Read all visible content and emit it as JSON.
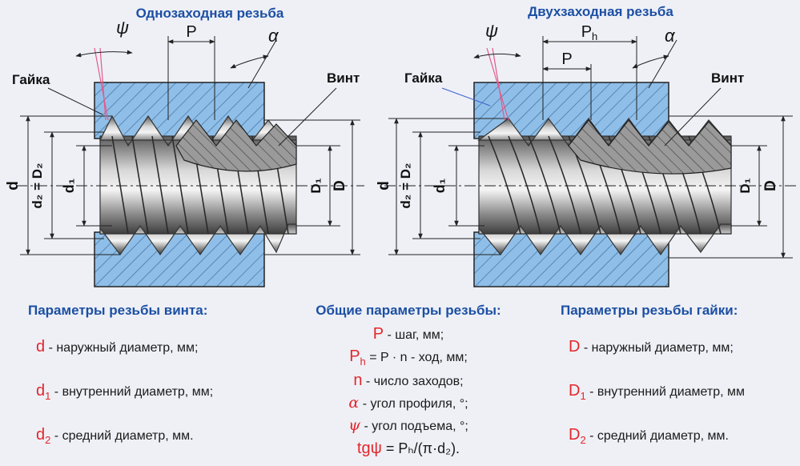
{
  "diagrams": [
    {
      "title": "Однозаходная резьба",
      "label_nut": "Гайка",
      "label_screw": "Винт",
      "pitch_labels": [
        "P"
      ],
      "angle_psi": "ψ",
      "angle_alpha": "α",
      "dim_left_outer": "d",
      "dim_left_mid": "d₂ = D₂",
      "dim_left_inner": "d₁",
      "dim_right_inner": "D₁",
      "dim_right_outer": "D"
    },
    {
      "title": "Двухзаходная резьба",
      "label_nut": "Гайка",
      "label_screw": "Винт",
      "pitch_labels": [
        "Ph",
        "P"
      ],
      "angle_psi": "ψ",
      "angle_alpha": "α",
      "dim_left_outer": "d",
      "dim_left_mid": "d₂ = D₂",
      "dim_left_inner": "d₁",
      "dim_right_inner": "D₁",
      "dim_right_outer": "D"
    }
  ],
  "screw_params": {
    "title": "Параметры резьбы винта:",
    "items": [
      {
        "symbol": "d",
        "sub": "",
        "text": " -  наружный диаметр, мм;"
      },
      {
        "symbol": "d",
        "sub": "1",
        "text": " - внутренний диаметр, мм;"
      },
      {
        "symbol": "d",
        "sub": "2",
        "text": " - средний диаметр, мм."
      }
    ]
  },
  "common_params": {
    "title": "Общие параметры резьбы:",
    "items": [
      {
        "symbol": "P",
        "sub": "",
        "text": " - шаг, мм;"
      },
      {
        "symbol": "P",
        "sub": "h",
        "text": " = P · n - ход, мм;"
      },
      {
        "symbol": "n",
        "sub": "",
        "text": " - число заходов;"
      },
      {
        "symbol": "α",
        "sub": "",
        "text": " - угол профиля, °;"
      },
      {
        "symbol": "ψ",
        "sub": "",
        "text": " - угол подъема, °;"
      },
      {
        "symbol": "tgψ",
        "sub": "",
        "text": " = Pₕ/(π·d₂)."
      }
    ]
  },
  "nut_params": {
    "title": "Параметры резьбы гайки:",
    "items": [
      {
        "symbol": "D",
        "sub": "",
        "text": " - наружный диаметр, мм;"
      },
      {
        "symbol": "D",
        "sub": "1",
        "text": " - внутренний диаметр, мм"
      },
      {
        "symbol": "D",
        "sub": "2",
        "text": " - средний диаметр, мм."
      }
    ]
  },
  "colors": {
    "background": "#eef0f6",
    "nut_fill": "#8fbfe8",
    "screw_fill": "#8c8c8c",
    "accent_text": "#1c4fa3",
    "symbol_red": "#e3262b",
    "dim_lines": "#222222"
  }
}
